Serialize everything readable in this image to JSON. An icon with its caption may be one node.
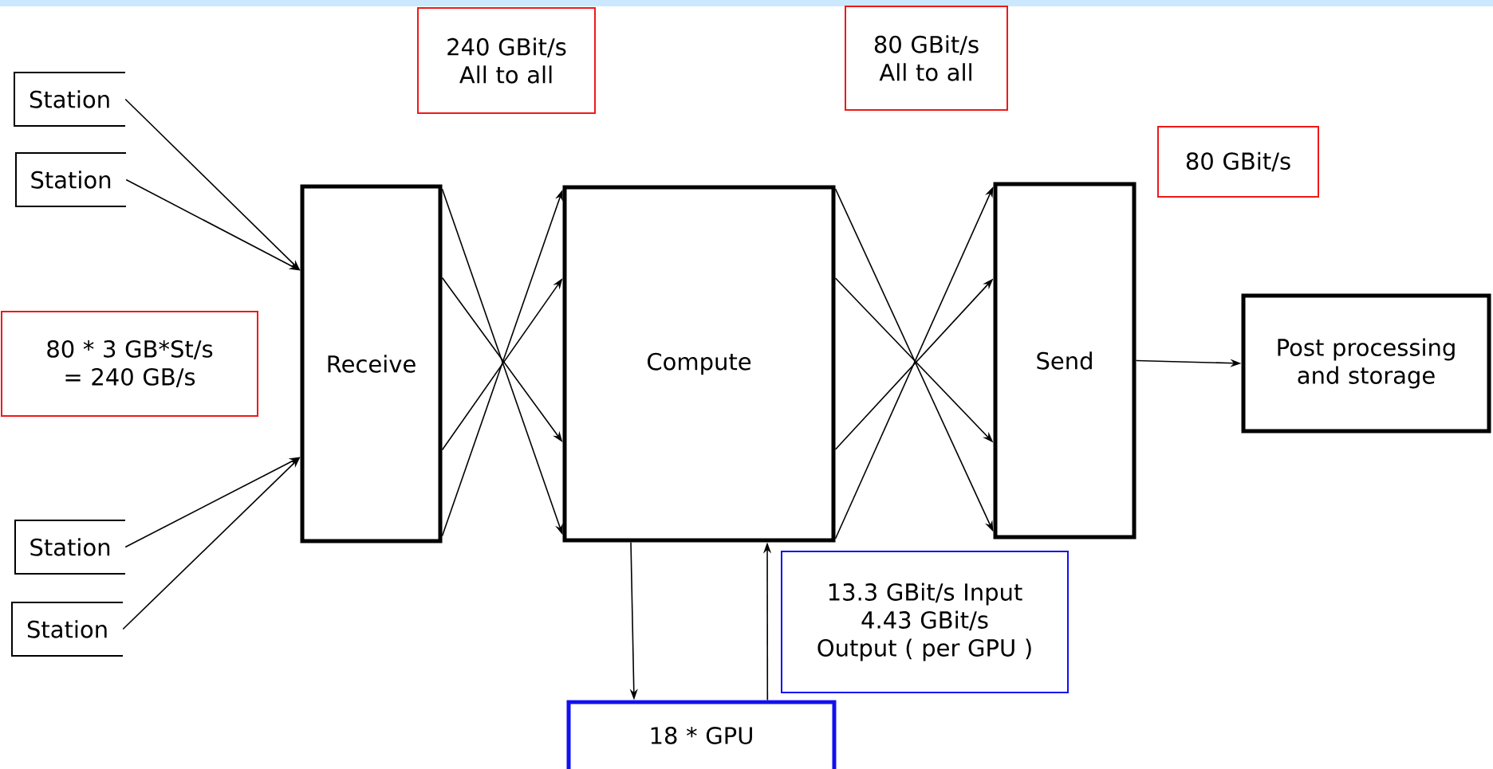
{
  "diagram": {
    "nodes": [
      {
        "text": [
          "Station"
        ]
      },
      {
        "text": [
          "Station"
        ]
      },
      {
        "text": [
          "Station"
        ]
      },
      {
        "text": [
          "Station"
        ]
      },
      {
        "text": [
          "80 * 3 GB*St/s = 240 GB/s"
        ]
      },
      {
        "text": [
          "Receive"
        ]
      },
      {
        "text": [
          "240 GBit/s All to all"
        ]
      },
      {
        "text": [
          "Compute"
        ]
      },
      {
        "text": [
          "80 GBit/s All to all"
        ]
      },
      {
        "text": [
          "Send"
        ]
      },
      {
        "text": [
          "80 GBit/s"
        ]
      },
      {
        "text": [
          "Post processing and storage"
        ]
      },
      {
        "text": [
          "13.3 GBit/s Input 4.43 GBit/s Output ( per GPU )"
        ]
      },
      {
        "text": [
          "18 * GPU"
        ]
      }
    ],
    "edges": [
      {
        "from": 0,
        "to": 5,
        "arrow": "to"
      },
      {
        "from": 1,
        "to": 5,
        "arrow": "to"
      },
      {
        "from": 2,
        "to": 5,
        "arrow": "to"
      },
      {
        "from": 3,
        "to": 5,
        "arrow": "to"
      },
      {
        "from": 5,
        "to": 7,
        "arrow": "to"
      },
      {
        "from": 5,
        "to": 7,
        "arrow": "to"
      },
      {
        "from": 5,
        "to": 7,
        "arrow": "to"
      },
      {
        "from": 5,
        "to": 7,
        "arrow": "to"
      },
      {
        "from": 7,
        "to": 9,
        "arrow": "to"
      },
      {
        "from": 7,
        "to": 9,
        "arrow": "to"
      },
      {
        "from": 7,
        "to": 9,
        "arrow": "to"
      },
      {
        "from": 7,
        "to": 9,
        "arrow": "to"
      },
      {
        "from": 9,
        "to": 11,
        "arrow": "to"
      },
      {
        "from": 7,
        "to": 13,
        "arrow": "to"
      },
      {
        "from": 13,
        "to": 7,
        "arrow": "to"
      }
    ]
  }
}
